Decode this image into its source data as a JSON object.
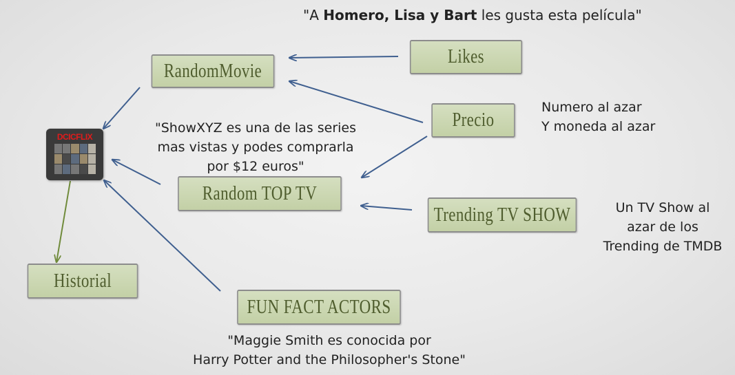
{
  "app": {
    "logo_text": "DCICFLIX"
  },
  "nodes": {
    "random_movie": "RandomMovie",
    "likes": "Likes",
    "precio": "Precio",
    "random_top_tv": "Random TOP TV",
    "trending_tv_show": "Trending TV SHOW",
    "historial": "Historial",
    "fun_fact_actors": "FUN FACT ACTORS"
  },
  "notes": {
    "likes_quote_prefix": "\"A ",
    "likes_quote_names": "Homero, Lisa y Bart",
    "likes_quote_suffix": " les gusta esta película\"",
    "precio_line1": "Numero al azar",
    "precio_line2": "Y moneda al azar",
    "top_tv_line1": "\"ShowXYZ es una de las series",
    "top_tv_line2": "mas vistas y podes comprarla",
    "top_tv_line3": "por $12 euros\"",
    "trending_line1": "Un TV Show al",
    "trending_line2": "azar de los",
    "trending_line3": "Trending de TMDB",
    "fun_fact_line1": "\"Maggie Smith es conocida por",
    "fun_fact_line2": "Harry Potter and the Philosopher's Stone\""
  },
  "colors": {
    "box_fill": "#c9d5ae",
    "box_text": "#4f5d2e",
    "arrow_blue": "#3f5f8f",
    "arrow_green": "#6f8a3a",
    "logo_red": "#e11b1b"
  }
}
